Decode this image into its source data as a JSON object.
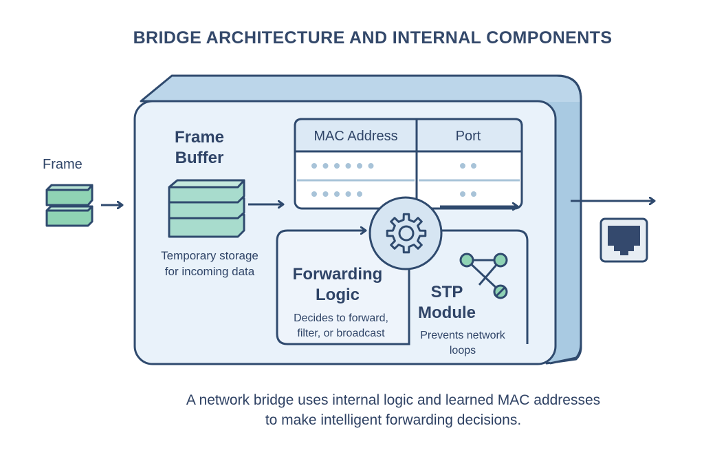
{
  "title": "BRIDGE ARCHITECTURE AND INTERNAL COMPONENTS",
  "input": {
    "label": "Frame",
    "icon": "stacked-frames-icon"
  },
  "frame_buffer": {
    "title_line1": "Frame",
    "title_line2": "Buffer",
    "desc_line1": "Temporary storage",
    "desc_line2": "for incoming data",
    "icon": "buffer-stack-icon"
  },
  "mac_table": {
    "headers": [
      "MAC Address",
      "Port"
    ],
    "rows": [
      {
        "mac_dots": 6,
        "port_dots": 2
      },
      {
        "mac_dots": 5,
        "port_dots": 2
      }
    ]
  },
  "forwarding_logic": {
    "title_line1": "Forwarding",
    "title_line2": "Logic",
    "desc_line1": "Decides to forward,",
    "desc_line2": "filter, or broadcast",
    "icon": "gear-icon"
  },
  "stp_module": {
    "title_line1": "STP",
    "title_line2": "Module",
    "desc_line1": "Prevents network",
    "desc_line2": "loops",
    "icon": "network-topology-icon"
  },
  "output": {
    "icon": "ethernet-port-icon"
  },
  "caption": {
    "line1": "A network bridge uses internal logic and learned MAC addresses",
    "line2": "to make intelligent forwarding decisions."
  },
  "colors": {
    "outline": "#2f4a6e",
    "box_top": "#bcd6ea",
    "box_side": "#a9cae2",
    "box_face": "#e9f2fa",
    "table_header": "#dce9f5",
    "green": "#8fd3b4",
    "green_light": "#b7e3d4",
    "dots": "#a8c3d8"
  }
}
